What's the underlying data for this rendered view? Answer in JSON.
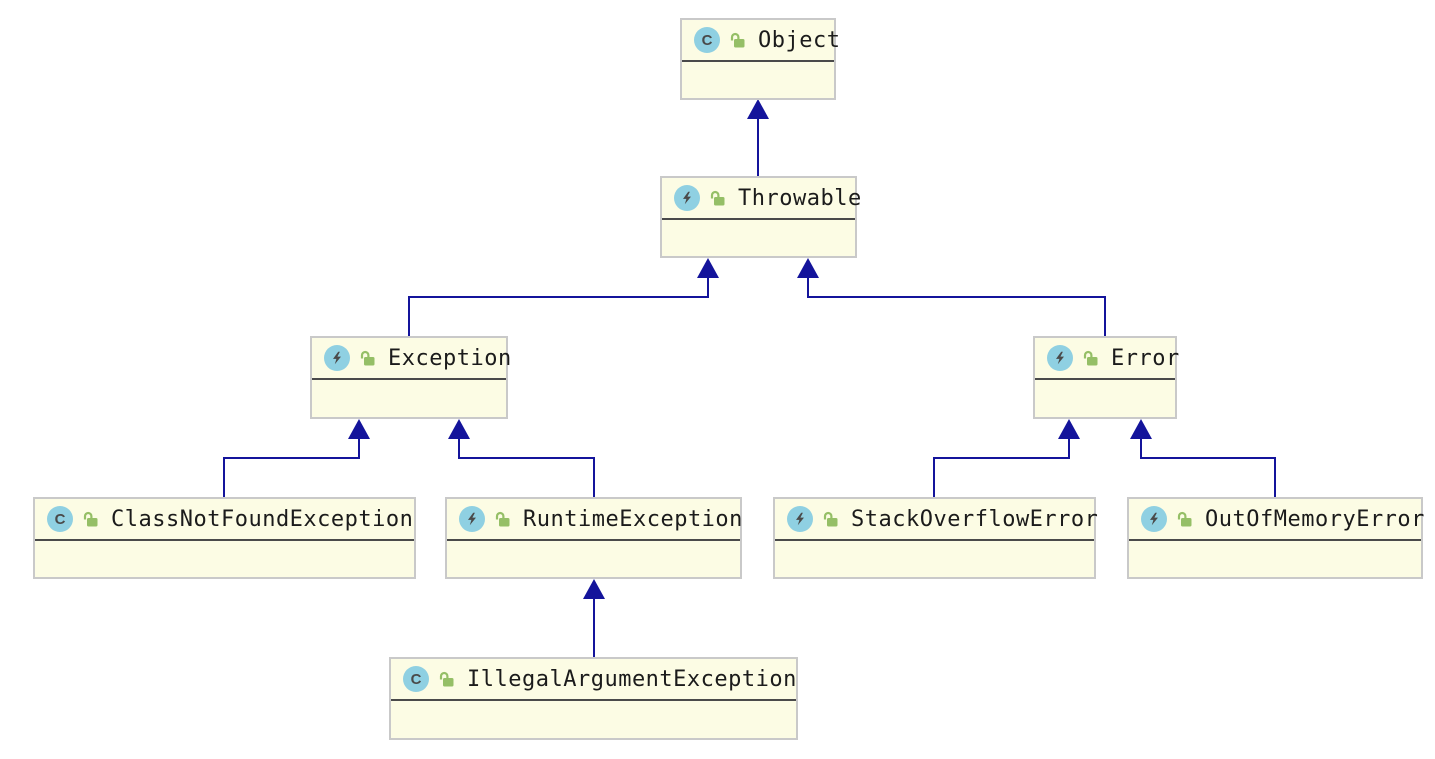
{
  "diagram": {
    "type": "uml-class-inheritance-diagram",
    "icons": {
      "class_letter": "C",
      "class_icon_meaning": "concrete class",
      "exception_icon_meaning": "throwable/exception class (lightning bolt)",
      "lock_icon_meaning": "public visibility (open lock)"
    },
    "colors": {
      "node_fill": "#FCFCE4",
      "node_border": "#C9C9C9",
      "header_divider": "#4A4A4A",
      "edge": "#14149B",
      "icon_circle": "#8FD0E2",
      "icon_glyph": "#4A4A4A",
      "lock_green": "#95BF66",
      "text": "#1B1B1B"
    },
    "nodes": [
      {
        "id": "object",
        "label": "Object",
        "icon": "class-icon",
        "visibility": "open-lock-icon"
      },
      {
        "id": "throwable",
        "label": "Throwable",
        "icon": "exception-icon",
        "visibility": "open-lock-icon"
      },
      {
        "id": "exception",
        "label": "Exception",
        "icon": "exception-icon",
        "visibility": "open-lock-icon"
      },
      {
        "id": "error",
        "label": "Error",
        "icon": "exception-icon",
        "visibility": "open-lock-icon"
      },
      {
        "id": "class-not-found-exception",
        "label": "ClassNotFoundException",
        "icon": "class-icon",
        "visibility": "open-lock-icon"
      },
      {
        "id": "runtime-exception",
        "label": "RuntimeException",
        "icon": "exception-icon",
        "visibility": "open-lock-icon"
      },
      {
        "id": "stack-overflow-error",
        "label": "StackOverflowError",
        "icon": "exception-icon",
        "visibility": "open-lock-icon"
      },
      {
        "id": "out-of-memory-error",
        "label": "OutOfMemoryError",
        "icon": "exception-icon",
        "visibility": "open-lock-icon"
      },
      {
        "id": "illegal-argument-exception",
        "label": "IllegalArgumentException",
        "icon": "class-icon",
        "visibility": "open-lock-icon"
      }
    ],
    "edges": [
      {
        "from": "Throwable",
        "to": "Object",
        "relation": "extends"
      },
      {
        "from": "Exception",
        "to": "Throwable",
        "relation": "extends"
      },
      {
        "from": "Error",
        "to": "Throwable",
        "relation": "extends"
      },
      {
        "from": "ClassNotFoundException",
        "to": "Exception",
        "relation": "extends"
      },
      {
        "from": "RuntimeException",
        "to": "Exception",
        "relation": "extends"
      },
      {
        "from": "StackOverflowError",
        "to": "Error",
        "relation": "extends"
      },
      {
        "from": "OutOfMemoryError",
        "to": "Error",
        "relation": "extends"
      },
      {
        "from": "IllegalArgumentException",
        "to": "RuntimeException",
        "relation": "extends"
      }
    ]
  }
}
